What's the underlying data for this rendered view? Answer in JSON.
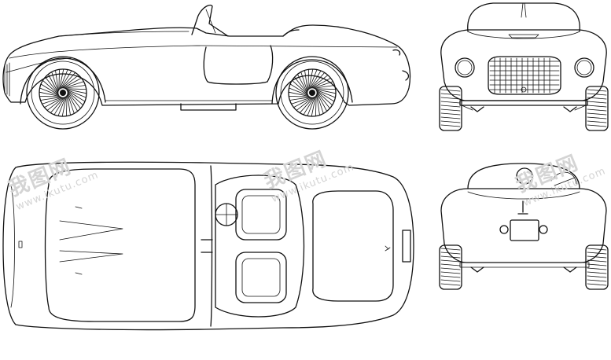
{
  "drawing": {
    "views": [
      "side",
      "front",
      "top",
      "rear"
    ],
    "line_color": "#111111",
    "background": "#ffffff"
  },
  "watermark": {
    "brand": "我图网",
    "url": "www.ikutu.com",
    "color": "#d4d4d4"
  }
}
